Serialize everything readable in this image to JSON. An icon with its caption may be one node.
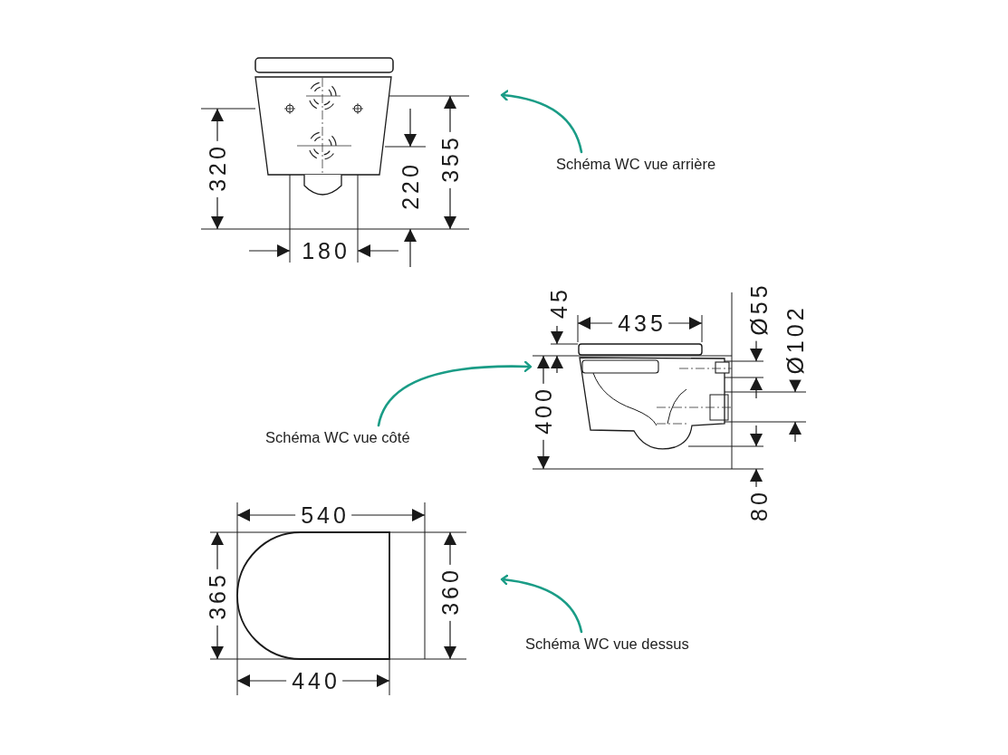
{
  "diagram": {
    "nodes": [
      {
        "text": [],
        "shape": "picture"
      },
      {
        "text": [
          "Schéma WC vue arrière"
        ]
      },
      {
        "text": [],
        "shape": "picture"
      },
      {
        "text": [
          "Schéma WC vue côté"
        ]
      },
      {
        "text": [],
        "shape": "picture"
      },
      {
        "text": [
          "Schéma WC vue dessus"
        ]
      }
    ],
    "edges": [
      {
        "from": 1,
        "to": 0,
        "arrow": "to"
      },
      {
        "from": 3,
        "to": 2,
        "arrow": "to"
      },
      {
        "from": 5,
        "to": 4,
        "arrow": "to"
      }
    ],
    "labels": [
      "320",
      "220",
      "355",
      "180",
      "45",
      "435",
      "Ø55",
      "Ø102",
      "400",
      "80",
      "540",
      "365",
      "360",
      "440"
    ]
  }
}
